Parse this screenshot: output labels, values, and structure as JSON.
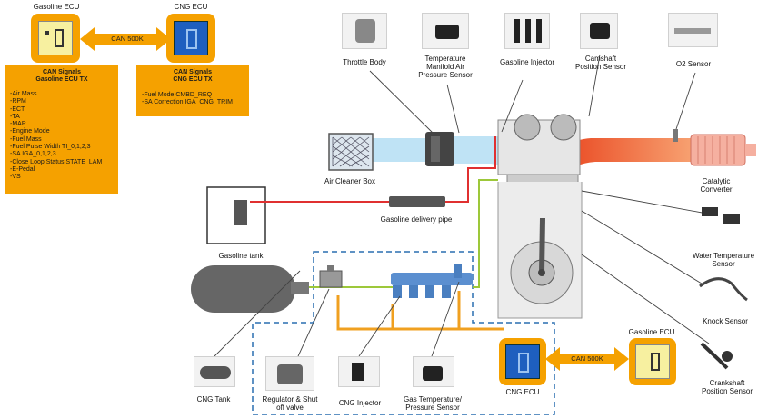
{
  "top_left": {
    "gasoline_ecu_title": "Gasoline ECU",
    "cng_ecu_title": "CNG ECU",
    "can_label": "CAN 500K",
    "gasoline_signals": {
      "heading_line1": "CAN Signals",
      "heading_line2": "Gasoline ECU TX",
      "items": [
        "-Air Mass",
        "-RPM",
        "-ECT",
        "-TA",
        "-MAP",
        "-Engine Mode",
        "-Fuel Mass",
        "-Fuel Pulse Width TI_0,1,2,3",
        "-SA IGA_0,1,2,3",
        "-Close Loop Status STATE_LAM",
        "-E-Pedal",
        "-VS"
      ]
    },
    "cng_signals": {
      "heading_line1": "CAN Signals",
      "heading_line2": "CNG ECU TX",
      "items": [
        "-Fuel Mode CMBD_REQ",
        "-SA Correction IGA_CNG_TRIM"
      ]
    }
  },
  "components": {
    "throttle_body": "Throttle Body",
    "temp_map_sensor_1": "Temperature",
    "temp_map_sensor_2": "Manifold Air",
    "temp_map_sensor_3": "Pressure Sensor",
    "gasoline_injector": "Gasoline Injector",
    "camshaft_1": "Camshaft",
    "camshaft_2": "Position Sensor",
    "o2_sensor": "O2 Sensor",
    "air_cleaner": "Air Cleaner Box",
    "catalytic_1": "Catalytic",
    "catalytic_2": "Converter",
    "gasoline_tank": "Gasoline tank",
    "delivery_pipe": "Gasoline delivery pipe",
    "water_temp_1": "Water Temperature",
    "water_temp_2": "Sensor",
    "knock_sensor": "Knock Sensor",
    "crank_1": "Crankshaft",
    "crank_2": "Position Sensor",
    "cng_tank": "CNG Tank",
    "regulator_1": "Regulator & Shut",
    "regulator_2": "off valve",
    "cng_injector": "CNG Injector",
    "gas_temp_1": "Gas Temperature/",
    "gas_temp_2": "Pressure Sensor",
    "cng_ecu_bottom": "CNG ECU",
    "gasoline_ecu_bottom": "Gasoline ECU",
    "can_bottom": "CAN 500K"
  },
  "colors": {
    "orange": "#f5a100",
    "ecu_yellow": "#f7f0a0",
    "cng_blue": "#1e5fbf",
    "intake_blue": "#bfe3f5",
    "exhaust_red": "#e8401a",
    "fuel_red": "#e03030",
    "cng_line": "#9dc83a",
    "dashed_blue": "#2a6fb0"
  }
}
